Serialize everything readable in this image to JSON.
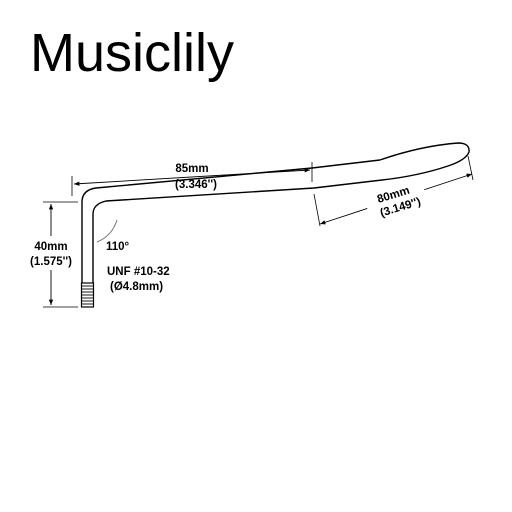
{
  "brand": {
    "name": "Musiclily"
  },
  "diagram": {
    "dim_length": {
      "metric": "85mm",
      "imperial": "(3.346'')"
    },
    "dim_height": {
      "metric": "40mm",
      "imperial": "(1.575'')"
    },
    "dim_grip": {
      "metric": "80mm",
      "imperial": "(3.149'')"
    },
    "angle": "110°",
    "thread": {
      "line1": "UNF #10-32",
      "line2": "(Ø4.8mm)"
    }
  }
}
